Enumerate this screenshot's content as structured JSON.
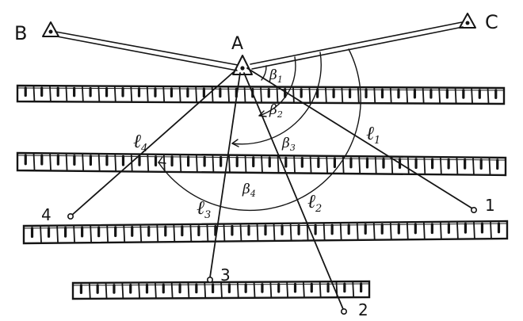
{
  "diagram": {
    "labels": {
      "A": "A",
      "B": "B",
      "C": "C",
      "p1": "1",
      "p2": "2",
      "p3": "3",
      "p4": "4",
      "l1": "ℓ",
      "l1_sub": "1",
      "l2": "ℓ",
      "l2_sub": "2",
      "l3": "ℓ",
      "l3_sub": "3",
      "l4": "ℓ",
      "l4_sub": "4",
      "b1": "β",
      "b1_sub": "1",
      "b2": "β",
      "b2_sub": "2",
      "b3": "β",
      "b3_sub": "3",
      "b4": "β",
      "b4_sub": "4"
    },
    "colors": {
      "ink": "#151515",
      "background": "#ffffff"
    }
  }
}
